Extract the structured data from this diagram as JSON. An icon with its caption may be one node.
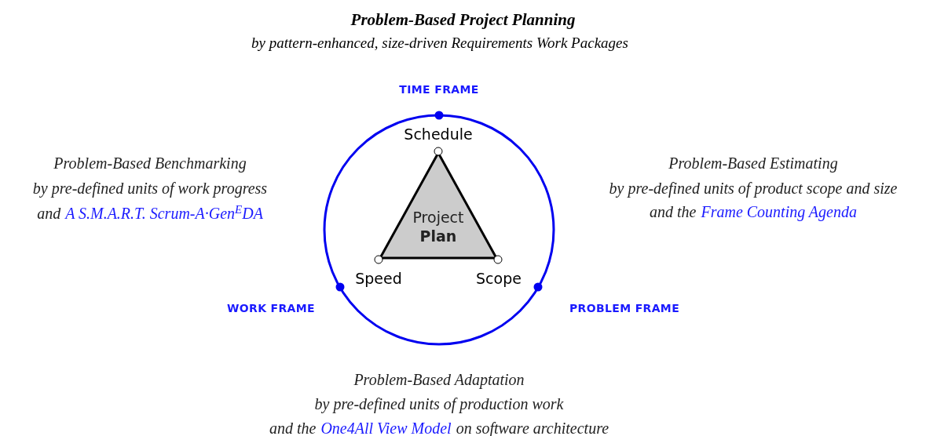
{
  "diagram": {
    "title": "Problem-Based Project Planning",
    "nodes": [
      {
        "text": [],
        "shape": "circle"
      },
      {
        "text": [
          "Project **Plan**"
        ],
        "in": 0
      }
    ],
    "edges": [],
    "labels": [
      "by pattern-enhanced, size-driven Requirements Work Packages",
      "TIME FRAME",
      "Schedule",
      "Problem-Based Benchmarking",
      "by pre-defined units of work progress",
      "and",
      "A S.M.A.R.T. Scrum-A·Gen$^{E}$DA",
      "Problem-Based Estimating",
      "by pre-defined units of product scope and size",
      "and the",
      "Frame Counting Agenda",
      "Speed",
      "Scope",
      "WORK FRAME",
      "PROBLEM FRAME",
      "Problem-Based Adaptation",
      "by pre-defined units of production work",
      "and the",
      "One4All View Model",
      "on software architecture"
    ]
  }
}
